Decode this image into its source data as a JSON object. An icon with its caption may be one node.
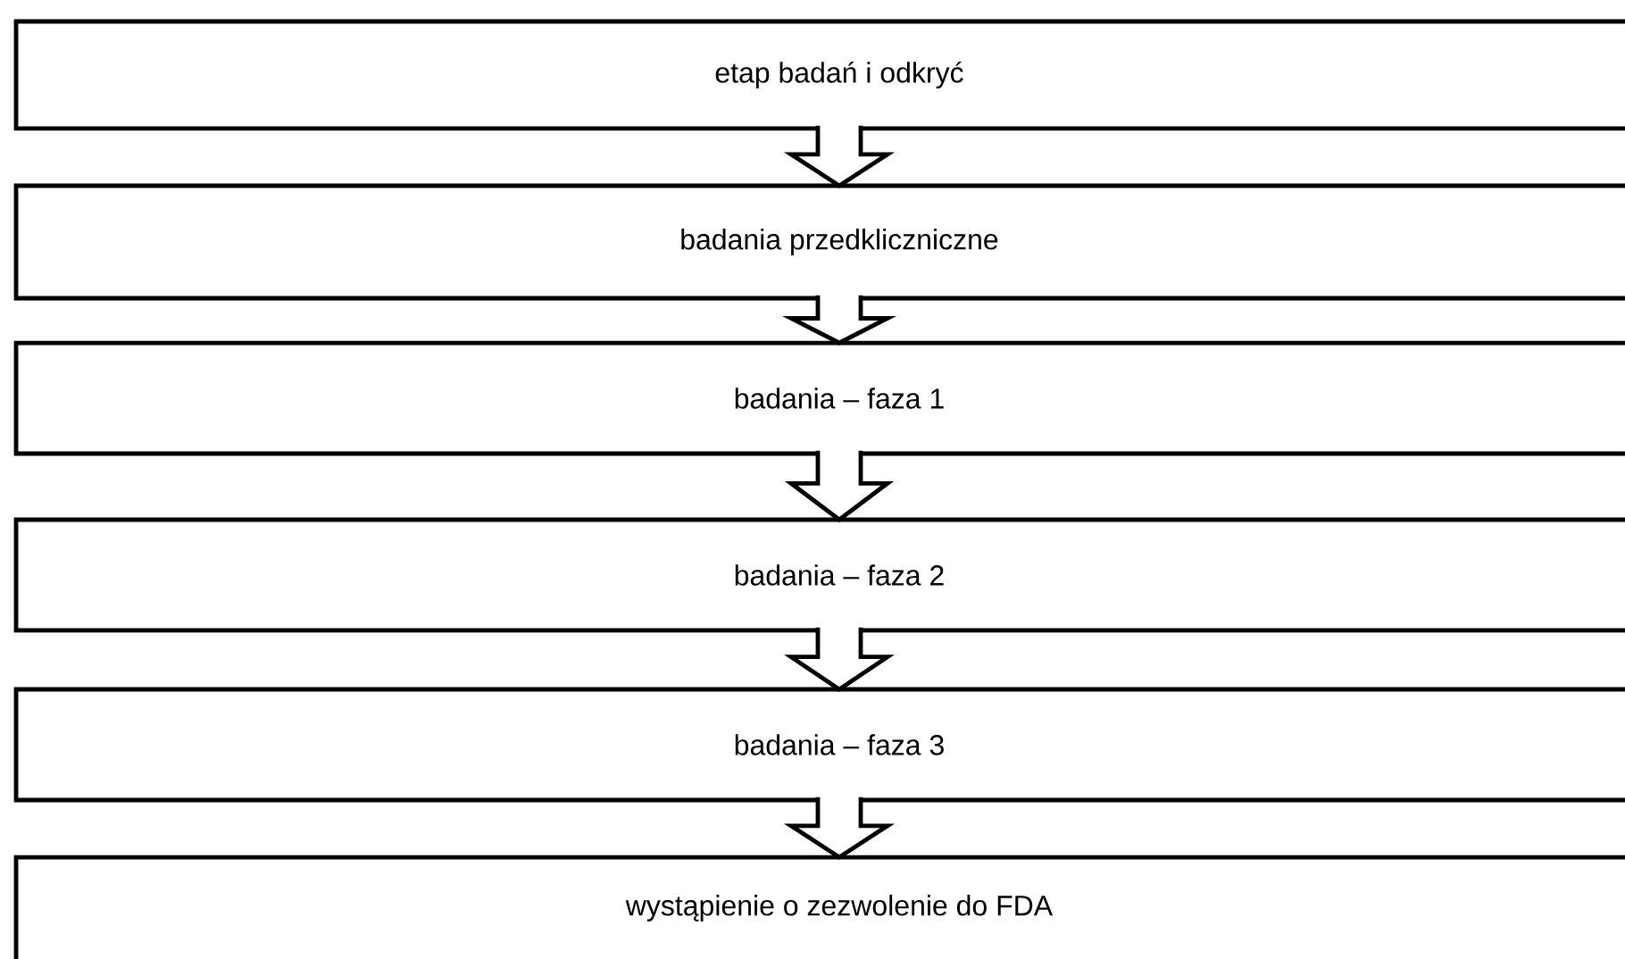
{
  "diagram": {
    "nodes": [
      {
        "text": [
          "etap badań i odkryć"
        ]
      },
      {
        "text": [
          "badania przedkliczniczne"
        ]
      },
      {
        "text": [
          "badania – faza 1"
        ]
      },
      {
        "text": [
          "badania – faza 2"
        ]
      },
      {
        "text": [
          "badania – faza 3"
        ]
      },
      {
        "text": [
          "wystąpienie o zezwolenie do FDA"
        ]
      }
    ],
    "edges": [
      {
        "from": 0,
        "to": 1,
        "arrow": "to"
      },
      {
        "from": 1,
        "to": 2,
        "arrow": "to"
      },
      {
        "from": 2,
        "to": 3,
        "arrow": "to"
      },
      {
        "from": 3,
        "to": 4,
        "arrow": "to"
      },
      {
        "from": 4,
        "to": 5,
        "arrow": "to"
      }
    ]
  }
}
